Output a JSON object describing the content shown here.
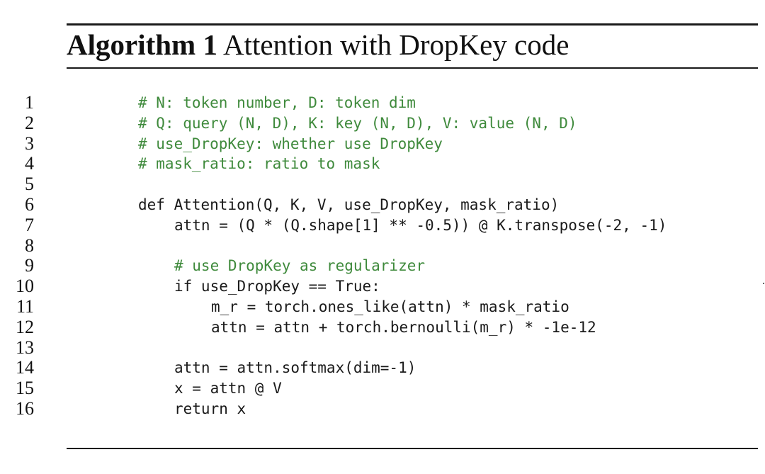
{
  "algorithm": {
    "label": "Algorithm 1",
    "title": "Attention with DropKey code"
  },
  "code": {
    "comment_color": "#3f8a3c",
    "text_color": "#1a1a1a",
    "lines": [
      {
        "number": "1",
        "text": "# N: token number, D: token dim"
      },
      {
        "number": "2",
        "text": "# Q: query (N, D), K: key (N, D), V: value (N, D)"
      },
      {
        "number": "3",
        "text": "# use_DropKey: whether use DropKey"
      },
      {
        "number": "4",
        "text": "# mask_ratio: ratio to mask"
      },
      {
        "number": "5",
        "text": ""
      },
      {
        "number": "6",
        "text": "def Attention(Q, K, V, use_DropKey, mask_ratio)"
      },
      {
        "number": "7",
        "text": "attn = (Q * (Q.shape[1] ** -0.5)) @ K.transpose(-2, -1)"
      },
      {
        "number": "8",
        "text": ""
      },
      {
        "number": "9",
        "text": "# use DropKey as regularizer"
      },
      {
        "number": "10",
        "text": "if use_DropKey == True:"
      },
      {
        "number": "11",
        "text": "m_r = torch.ones_like(attn) * mask_ratio"
      },
      {
        "number": "12",
        "text": "attn = attn + torch.bernoulli(m_r) * -1e-12"
      },
      {
        "number": "13",
        "text": ""
      },
      {
        "number": "14",
        "text": "attn = attn.softmax(dim=-1)"
      },
      {
        "number": "15",
        "text": "x = attn @ V"
      },
      {
        "number": "16",
        "text": "return x"
      }
    ]
  }
}
